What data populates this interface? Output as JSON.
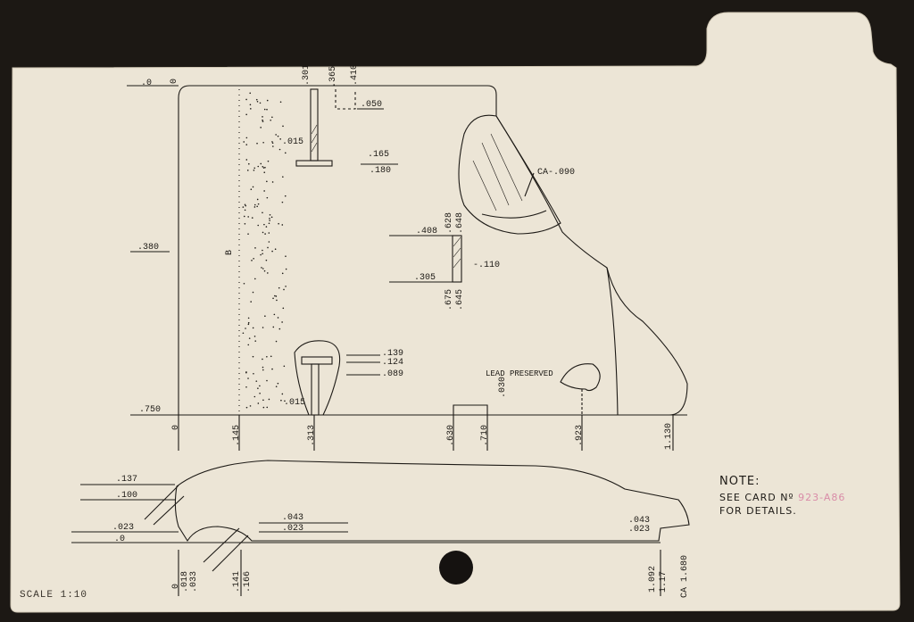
{
  "colors": {
    "card": "#ece5d6",
    "ink": "#1d1a16",
    "background": "#1c1814",
    "stamp": "#d98ca8"
  },
  "top_axis": {
    "zero_left": ".0",
    "zero_right": "0",
    "v301": ".301",
    "v365": ".365",
    "v410": ".410"
  },
  "left_axis": {
    "v380": ".380",
    "v750": ".750"
  },
  "bottom_axis": {
    "zero": "0",
    "v145": ".145",
    "v313": ".313",
    "v630": ".630",
    "v710": ".710",
    "v923": ".923",
    "v1130": "1.130"
  },
  "top_section": {
    "v050": ".050",
    "v015_top": ".015",
    "v165": ".165",
    "v180": ".180",
    "ca090": "CA-.090",
    "v628": ".628",
    "v648": ".648",
    "v408": ".408",
    "v110": "-.110",
    "v305": ".305",
    "v675": ".675",
    "v645": ".645",
    "v139": ".139",
    "v124": ".124",
    "v089": ".089",
    "v015_bottom": ".015",
    "lead_preserved": "LEAD PRESERVED",
    "v030": ".030",
    "label_b": "B"
  },
  "profile_section": {
    "v137": ".137",
    "v100": ".100",
    "v023_left": ".023",
    "v0_left": ".0",
    "v043_mid": ".043",
    "v023_mid": ".023",
    "v043_right": ".043",
    "v023_right": ".023",
    "bottom_0": "0",
    "bottom_018": ".018",
    "bottom_033": ".033",
    "bottom_141": ".141",
    "bottom_166": ".166",
    "bottom_1092": "1.092",
    "bottom_117": "1.17",
    "bottom_ca1680": "CA 1.680"
  },
  "note": {
    "title": "NOTE:",
    "line1": "SEE CARD Nº",
    "card_ref": "923-A86",
    "line2": "FOR DETAILS."
  },
  "scale": "SCALE 1:10"
}
